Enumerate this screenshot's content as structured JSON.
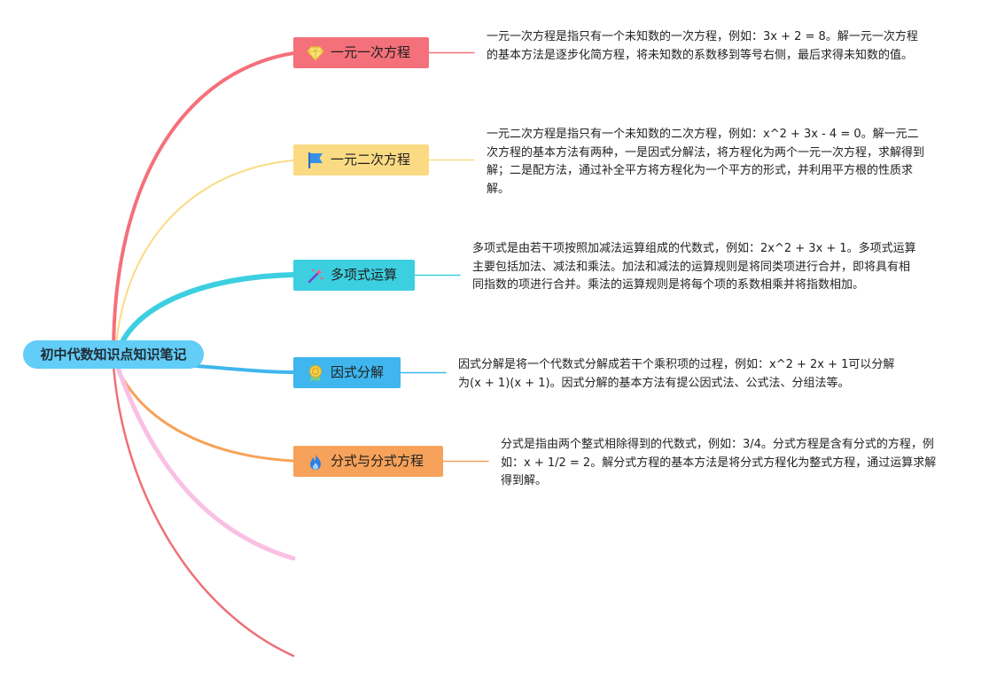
{
  "root": {
    "label": "初中代数知识点知识笔记",
    "color": "#62cdf6"
  },
  "topics": [
    {
      "id": "linear-equation",
      "label": "一元一次方程",
      "color": "#f4707a",
      "icon": "diamond-icon",
      "description": "一元一次方程是指只有一个未知数的一次方程，例如：3x + 2 = 8。解一元一次方程的基本方法是逐步化简方程，将未知数的系数移到等号右侧，最后求得未知数的值。"
    },
    {
      "id": "quadratic-equation",
      "label": "一元二次方程",
      "color": "#fadb84",
      "icon": "flag-icon",
      "description": "一元二次方程是指只有一个未知数的二次方程，例如：x^2 + 3x - 4 = 0。解一元二次方程的基本方法有两种，一是因式分解法，将方程化为两个一元一次方程，求解得到解；二是配方法，通过补全平方将方程化为一个平方的形式，并利用平方根的性质求解。"
    },
    {
      "id": "polynomial-operations",
      "label": "多项式运算",
      "color": "#3ccfe0",
      "icon": "magic-wand-icon",
      "description": "多项式是由若干项按照加减法运算组成的代数式，例如：2x^2 + 3x + 1。多项式运算主要包括加法、减法和乘法。加法和减法的运算规则是将同类项进行合并，即将具有相同指数的项进行合并。乘法的运算规则是将每个项的系数相乘并将指数相加。"
    },
    {
      "id": "factorization",
      "label": "因式分解",
      "color": "#3fb6ee",
      "icon": "award-icon",
      "description": "因式分解是将一个代数式分解成若干个乘积项的过程，例如：x^2 + 2x + 1可以分解为(x + 1)(x + 1)。因式分解的基本方法有提公因式法、公式法、分组法等。"
    },
    {
      "id": "fractions",
      "label": "分式与分式方程",
      "color": "#f7a25a",
      "icon": "fire-icon",
      "description": "分式是指由两个整式相除得到的代数式，例如：3/4。分式方程是含有分式的方程，例如：x + 1/2 = 2。解分式方程的基本方法是将分式方程化为整式方程，通过运算求解得到解。"
    }
  ],
  "empty_branch_colors": [
    "#f9c0e4",
    "#ee7078"
  ]
}
